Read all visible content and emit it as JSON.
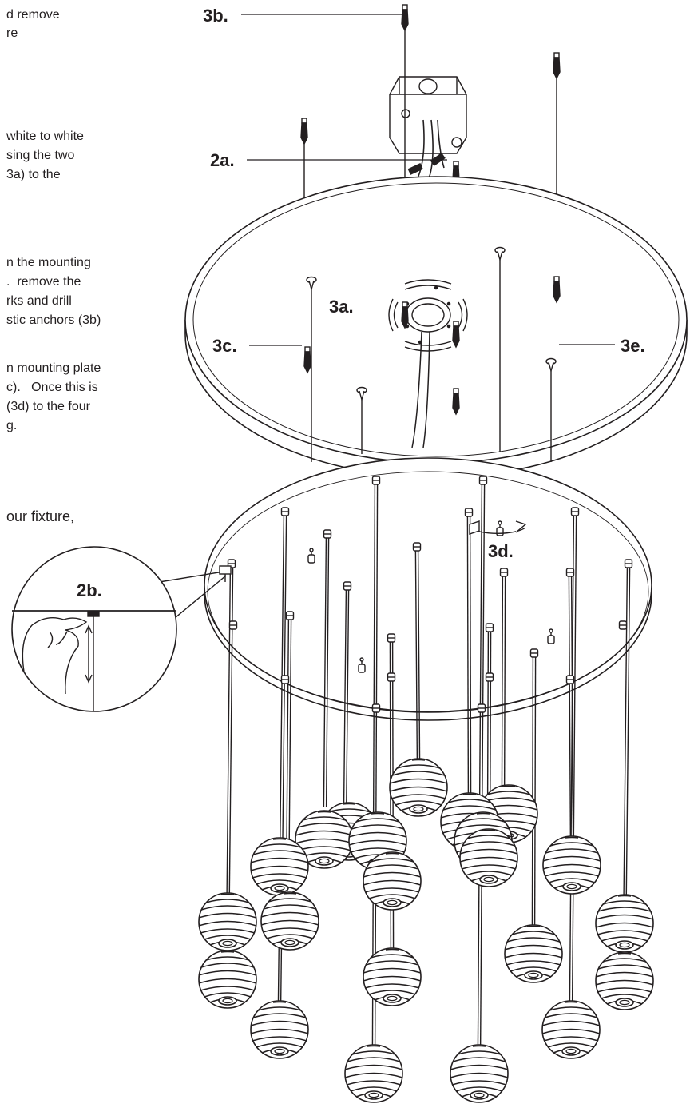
{
  "instructions": {
    "line1": "d remove",
    "line2": "re",
    "line3": "white to white",
    "line4": "sing the two",
    "line5": "3a) to the",
    "line6": "n the mounting",
    "line7": ".  remove the",
    "line8": "rks and drill",
    "line9": "stic anchors (3b)",
    "line10": "n mounting plate",
    "line11": "c).   Once this is",
    "line12": "(3d) to the four",
    "line13": "g.",
    "line14": "our fixture,"
  },
  "callouts": {
    "c2a": "2a.",
    "c2b": "2b.",
    "c3a": "3a.",
    "c3b": "3b.",
    "c3c": "3c.",
    "c3d": "3d.",
    "c3e": "3e."
  },
  "colors": {
    "ink": "#231f20",
    "paper": "#ffffff"
  }
}
